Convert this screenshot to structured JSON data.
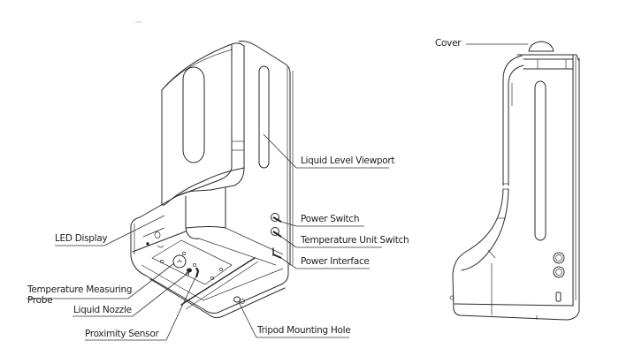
{
  "diagram": {
    "title": "",
    "front_view_labels": {
      "liquid_level_viewport": "Liquid Level Viewport",
      "power_switch": "Power Switch",
      "temperature_unit_switch": "Temperature Unit Switch",
      "power_interface": "Power Interface",
      "led_display": "LED Display",
      "temperature_measuring_probe_line1": "Temperature Measuring",
      "temperature_measuring_probe_line2": "Probe",
      "liquid_nozzle": "Liquid Nozzle",
      "proximity_sensor": "Proximity Sensor",
      "tripod_mounting_hole": "Tripod Mounting Hole"
    },
    "side_view_labels": {
      "cover": "Cover"
    },
    "colors": {
      "line": "#2a2a2a",
      "text": "#1e1e1e",
      "background": "#ffffff"
    }
  }
}
